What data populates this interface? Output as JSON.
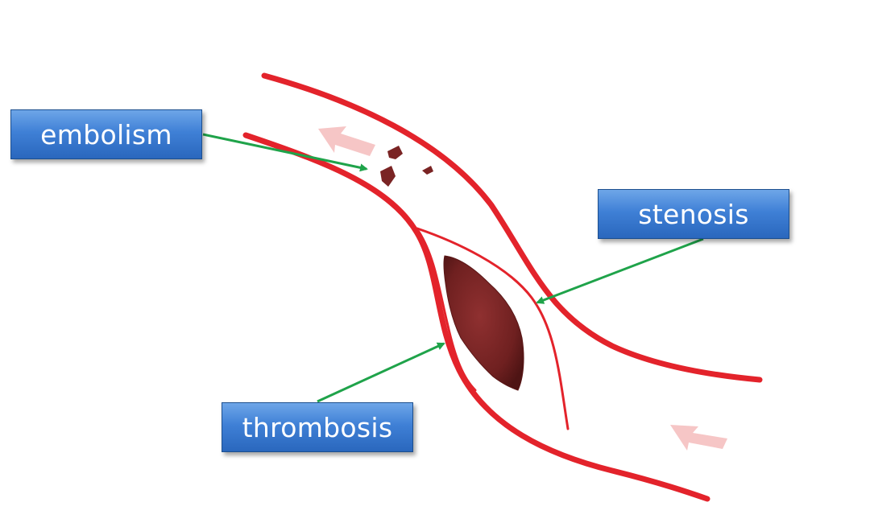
{
  "labels": {
    "embolism": "embolism",
    "stenosis": "stenosis",
    "thrombosis": "thrombosis"
  },
  "colors": {
    "vessel_wall": "#e3232b",
    "clot": "#7a2424",
    "pointer_arrow": "#1fa34a",
    "flow_arrow": "#f6c3c3",
    "label_fill": "#3f80d6"
  }
}
